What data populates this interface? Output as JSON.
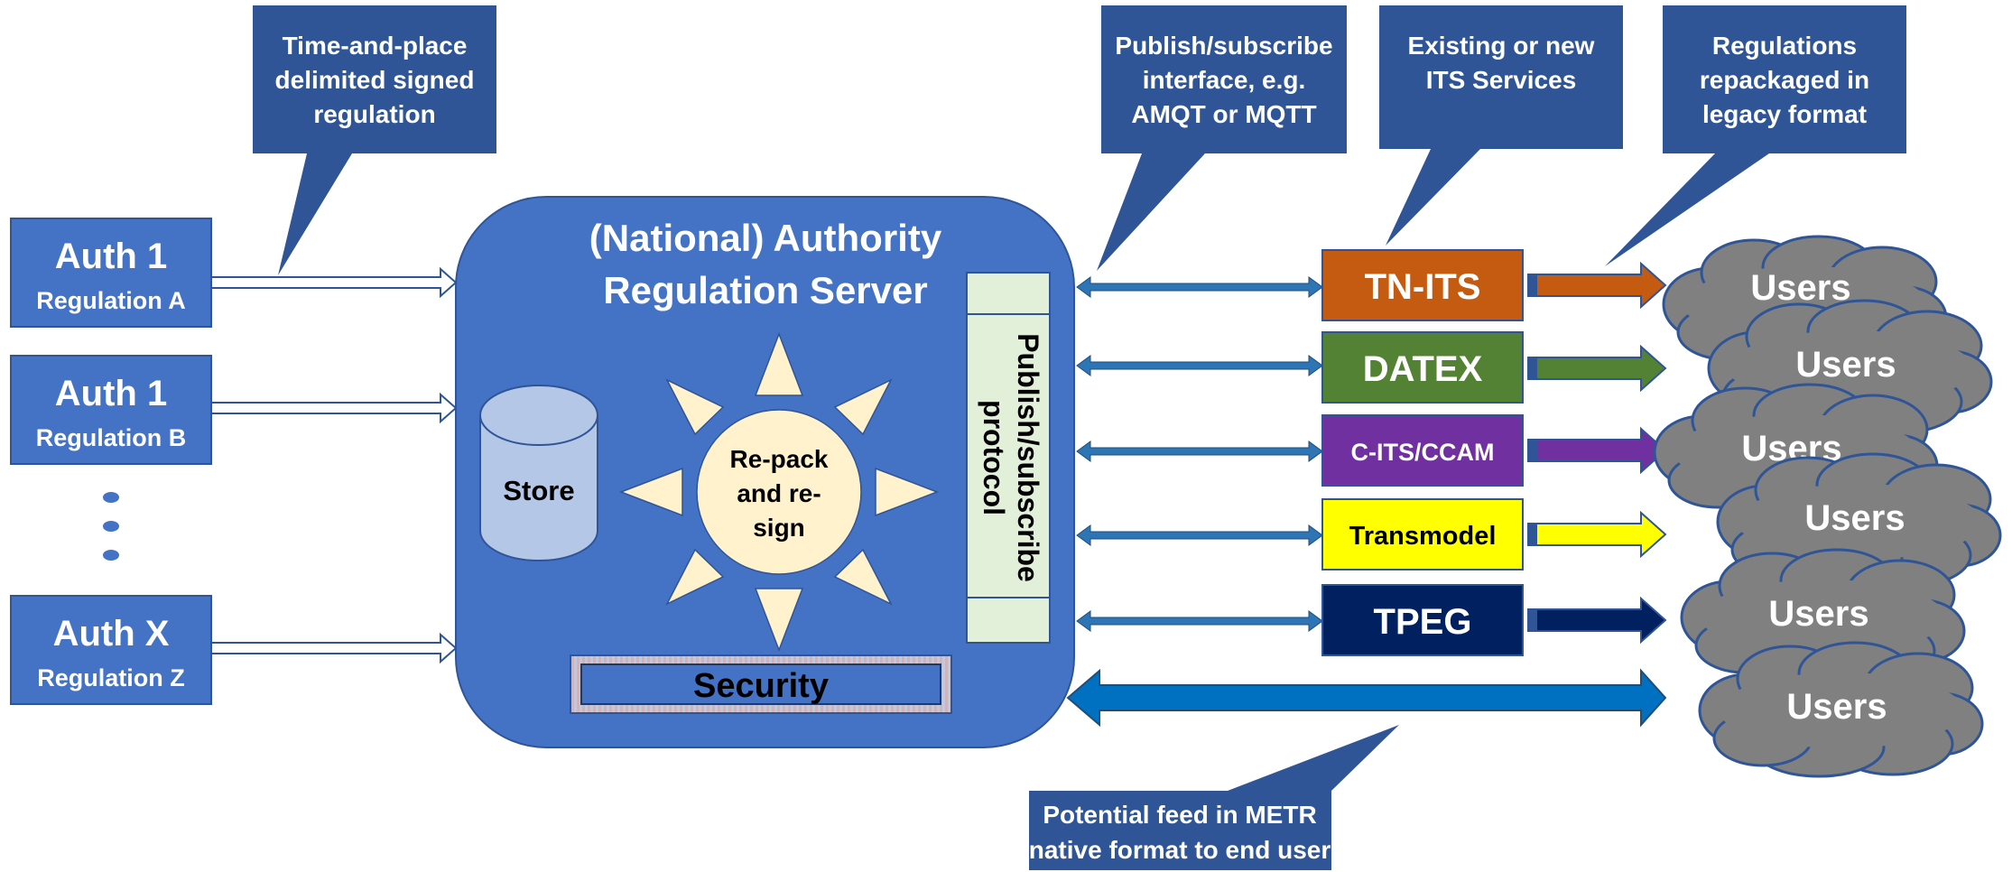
{
  "colors": {
    "blue": "#4472C4",
    "blue_dark": "#2F5597",
    "callout": "#2F5597",
    "server": "#4472C4",
    "green_light": "#E2F0D9",
    "sun": "#FFF2CC",
    "store": "#B4C7E7",
    "cloud": "#7F7F7F",
    "tn_its": "#C55A11",
    "datex": "#548235",
    "c_its": "#7030A0",
    "transmodel": "#FFFF00",
    "tpeg": "#002060",
    "security_fill": "#D9B8B8"
  },
  "sources": [
    {
      "title": "Auth 1",
      "subtitle": "Regulation A"
    },
    {
      "title": "Auth 1",
      "subtitle": "Regulation B"
    },
    {
      "title": "Auth X",
      "subtitle": "Regulation Z"
    }
  ],
  "callouts": {
    "signed": [
      "Time-and-place",
      "delimited signed",
      "regulation"
    ],
    "pubsub": [
      "Publish/subscribe",
      "interface, e.g.",
      "AMQT or MQTT"
    ],
    "services": [
      "Existing or new",
      "ITS Services"
    ],
    "legacy": [
      "Regulations",
      "repackaged in",
      "legacy format"
    ],
    "feed": [
      "Potential feed in METR",
      "native format to end user"
    ]
  },
  "server": {
    "title_line1": "(National) Authority",
    "title_line2": "Regulation Server",
    "store": "Store",
    "repack": [
      "Re-pack",
      "and re-",
      "sign"
    ],
    "protocol": [
      "Publish/subscribe",
      "protocol"
    ],
    "security": "Security"
  },
  "services": [
    "TN-ITS",
    "DATEX",
    "C-ITS/CCAM",
    "Transmodel",
    "TPEG"
  ],
  "users_label": "Users"
}
